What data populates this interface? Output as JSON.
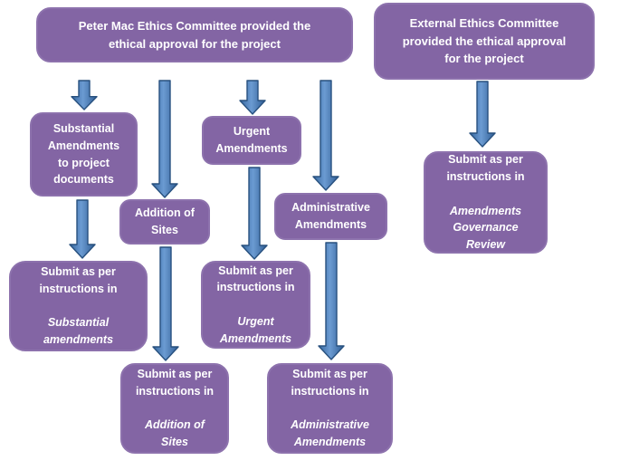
{
  "diagram": {
    "kind": "flowchart",
    "colors": {
      "node_fill": "#8365a4",
      "node_border": "#8d72ad",
      "node_text": "#ffffff",
      "arrow_fill": "#4f81bd",
      "arrow_border": "#28517f",
      "background": "#ffffff"
    },
    "nodes": {
      "peter_mac": {
        "text": "Peter Mac Ethics Committee provided the\nethical approval for the project"
      },
      "external": {
        "text": "External Ethics Committee\nprovided the ethical approval\nfor the project"
      },
      "substantial": {
        "text": "Substantial\nAmendments\nto project\ndocuments"
      },
      "addition": {
        "text": "Addition of\nSites"
      },
      "urgent": {
        "text": "Urgent\nAmendments"
      },
      "administrative": {
        "text": "Administrative\nAmendments"
      },
      "submit_substantial": {
        "text": "Submit as per\ninstructions in",
        "italic": "Substantial\namendments"
      },
      "submit_addition": {
        "text": "Submit as per\ninstructions in",
        "italic": "Addition of\nSites"
      },
      "submit_urgent": {
        "text": "Submit as per\ninstructions in",
        "italic": "Urgent\nAmendments"
      },
      "submit_administrative": {
        "text": "Submit as per\ninstructions in",
        "italic": "Administrative\nAmendments"
      },
      "submit_governance": {
        "text": "Submit as per\ninstructions in",
        "italic": "Amendments\nGovernance\nReview"
      }
    },
    "edges": [
      "peter_mac -> substantial",
      "peter_mac -> addition",
      "peter_mac -> urgent",
      "peter_mac -> administrative",
      "substantial -> submit_substantial",
      "addition -> submit_addition",
      "urgent -> submit_urgent",
      "administrative -> submit_administrative",
      "external -> submit_governance"
    ]
  }
}
